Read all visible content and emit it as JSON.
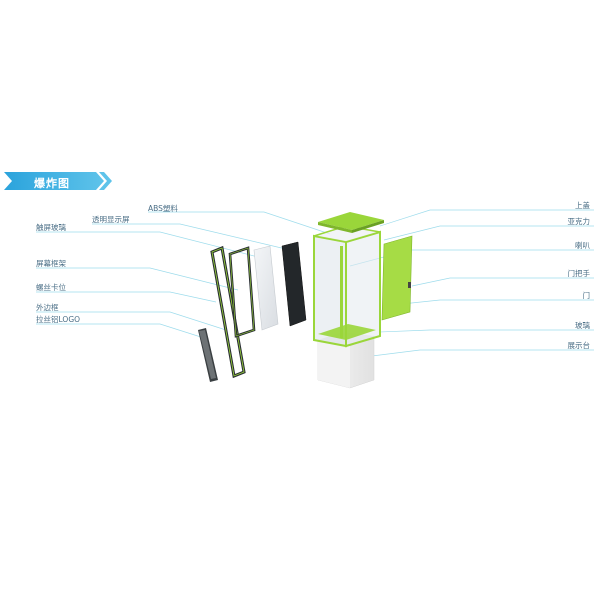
{
  "banner": {
    "title": "爆炸图"
  },
  "colors": {
    "accent": "#9ad63a",
    "banner": "#3ab0e0",
    "leader": "#8fd8ea",
    "label": "#4a6e86"
  },
  "labels": {
    "left": [
      "ABS塑料",
      "透明显示屏",
      "触屏玻璃",
      "屏幕框架",
      "螺丝卡位",
      "外边框",
      "拉丝铝LOGO"
    ],
    "right": [
      "上盖",
      "亚克力",
      "喇叭",
      "门把手",
      "门",
      "玻璃",
      "展示台"
    ]
  }
}
